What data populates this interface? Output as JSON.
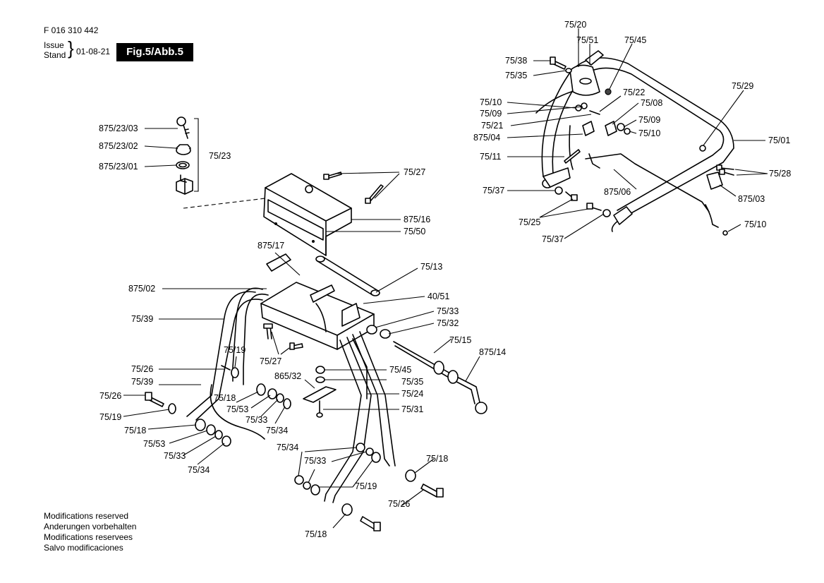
{
  "header": {
    "doc_number": "F 016 310 442",
    "issue_label": "Issue",
    "stand_label": "Stand",
    "date": "01-08-21",
    "figure": "Fig.5/Abb.5"
  },
  "footer": {
    "lines": [
      "Modifications reserved",
      "Anderungen vorbehalten",
      "Modifications reservees",
      "Salvo modificaciones"
    ]
  },
  "labels": {
    "l_875_23_03": "875/23/03",
    "l_875_23_02": "875/23/02",
    "l_875_23_01": "875/23/01",
    "l_75_23": "75/23",
    "l_75_27a": "75/27",
    "l_875_16": "875/16",
    "l_75_50": "75/50",
    "l_875_17": "875/17",
    "l_75_13": "75/13",
    "l_875_02": "875/02",
    "l_40_51": "40/51",
    "l_75_33a": "75/33",
    "l_75_32": "75/32",
    "l_75_39a": "75/39",
    "l_75_15": "75/15",
    "l_875_14": "875/14",
    "l_75_19a": "75/19",
    "l_75_27b": "75/27",
    "l_75_26a": "75/26",
    "l_865_32": "865/32",
    "l_75_45a": "75/45",
    "l_75_35a": "75/35",
    "l_75_39b": "75/39",
    "l_75_24": "75/24",
    "l_75_26b": "75/26",
    "l_75_31": "75/31",
    "l_75_18a": "75/18",
    "l_75_53a": "75/53",
    "l_75_19b": "75/19",
    "l_75_33b": "75/33",
    "l_75_34a": "75/34",
    "l_75_18b": "75/18",
    "l_75_53b": "75/53",
    "l_75_33c": "75/33",
    "l_75_34b": "75/34",
    "l_75_34c": "75/34",
    "l_75_33d": "75/33",
    "l_75_19c": "75/19",
    "l_75_18c": "75/18",
    "l_75_26c": "75/26",
    "l_75_18d": "75/18",
    "l_75_20": "75/20",
    "l_75_51": "75/51",
    "l_75_45b": "75/45",
    "l_75_38": "75/38",
    "l_75_35b": "75/35",
    "l_75_29": "75/29",
    "l_75_22": "75/22",
    "l_75_10a": "75/10",
    "l_75_08": "75/08",
    "l_75_09a": "75/09",
    "l_75_09b": "75/09",
    "l_75_21": "75/21",
    "l_75_10b": "75/10",
    "l_75_01": "75/01",
    "l_875_04": "875/04",
    "l_75_11": "75/11",
    "l_75_28": "75/28",
    "l_75_37a": "75/37",
    "l_875_06": "875/06",
    "l_875_03": "875/03",
    "l_75_25": "75/25",
    "l_75_10c": "75/10",
    "l_75_37b": "75/37"
  }
}
